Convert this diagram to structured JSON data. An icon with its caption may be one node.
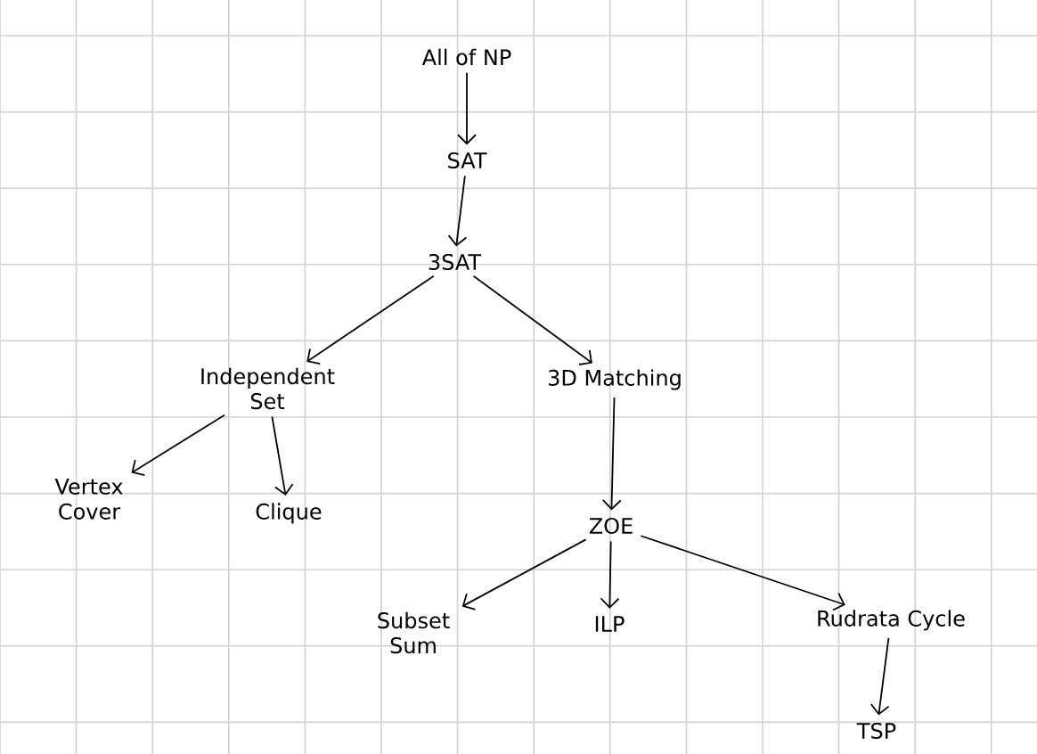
{
  "diagram": {
    "nodes": [
      {
        "text": [
          "All of NP"
        ]
      },
      {
        "text": [
          "SAT"
        ]
      },
      {
        "text": [
          "3SAT"
        ]
      },
      {
        "text": [
          "Independent Set"
        ]
      },
      {
        "text": [
          "3D Matching"
        ]
      },
      {
        "text": [
          "Vertex Cover"
        ]
      },
      {
        "text": [
          "Clique"
        ]
      },
      {
        "text": [
          "ZOE"
        ]
      },
      {
        "text": [
          "Subset Sum"
        ]
      },
      {
        "text": [
          "ILP"
        ]
      },
      {
        "text": [
          "Rudrata Cycle"
        ]
      },
      {
        "text": [
          "TSP"
        ]
      }
    ],
    "edges": [
      {
        "from": 0,
        "to": 1,
        "arrow": "to"
      },
      {
        "from": 1,
        "to": 2,
        "arrow": "to"
      },
      {
        "from": 2,
        "to": 3,
        "arrow": "to"
      },
      {
        "from": 2,
        "to": 4,
        "arrow": "to"
      },
      {
        "from": 3,
        "to": 5,
        "arrow": "to"
      },
      {
        "from": 3,
        "to": 6,
        "arrow": "to"
      },
      {
        "from": 4,
        "to": 7,
        "arrow": "to"
      },
      {
        "from": 7,
        "to": 8,
        "arrow": "to"
      },
      {
        "from": 7,
        "to": 9,
        "arrow": "to"
      },
      {
        "from": 7,
        "to": 10,
        "arrow": "to"
      },
      {
        "from": 10,
        "to": 11,
        "arrow": "to"
      }
    ]
  }
}
